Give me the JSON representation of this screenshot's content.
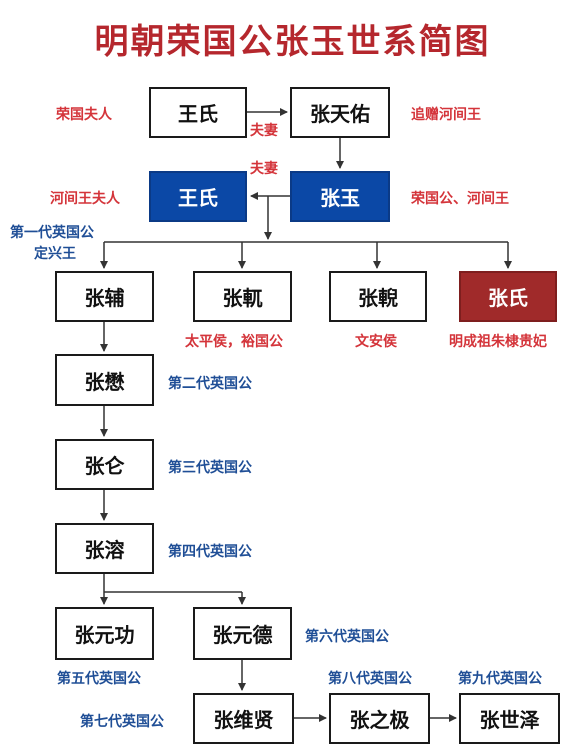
{
  "title": "明朝荣国公张玉世系简图",
  "people": {
    "wang1": "王氏",
    "zhang_tianyou": "张天佑",
    "wang2": "王氏",
    "zhang_yu": "张玉",
    "zhang_fu": "张辅",
    "zhang_yue": "张軏",
    "zhang_ni": "张輗",
    "zhang_shi": "张氏",
    "zhang_mao": "张懋",
    "zhang_lun": "张仑",
    "zhang_rong": "张溶",
    "zhang_yuangong": "张元功",
    "zhang_yuande": "张元德",
    "zhang_weixian": "张维贤",
    "zhang_zhiji": "张之极",
    "zhang_shize": "张世泽"
  },
  "labels": {
    "rongguo_furen": "荣国夫人",
    "zhuizeng": "追赠河间王",
    "fuqi1": "夫妻",
    "fuqi2": "夫妻",
    "hejian_furen": "河间王夫人",
    "rongguogong": "荣国公、河间王",
    "gen1_a": "第一代英国公",
    "gen1_b": "定兴王",
    "taiping": "太平侯，裕国公",
    "wenan": "文安侯",
    "guifei": "明成祖朱棣贵妃",
    "gen2": "第二代英国公",
    "gen3": "第三代英国公",
    "gen4": "第四代英国公",
    "gen5": "第五代英国公",
    "gen6": "第六代英国公",
    "gen7": "第七代英国公",
    "gen8": "第八代英国公",
    "gen9": "第九代英国公"
  },
  "colors": {
    "title_red": "#b5272d",
    "label_red": "#d4343a",
    "label_blue": "#1f4e96",
    "box_blue": "#0b48a6",
    "box_red": "#a02a2a"
  }
}
